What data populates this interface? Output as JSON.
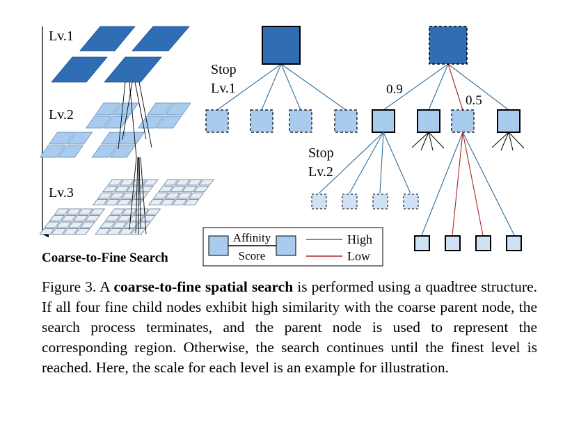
{
  "levels": {
    "lv1": "Lv.1",
    "lv2": "Lv.2",
    "lv3": "Lv.3"
  },
  "stop_lv1": {
    "line1": "Stop",
    "line2": "Lv.1"
  },
  "stop_lv2": {
    "line1": "Stop",
    "line2": "Lv.2"
  },
  "left_title": "Coarse-to-Fine Search",
  "affinity": {
    "high_label": "0.9",
    "low_label": "0.5"
  },
  "legend": {
    "affinity_top": "Affinity",
    "affinity_bottom": "Score",
    "high": "High",
    "low": "Low"
  },
  "colors": {
    "dark_node": "#2f6db5",
    "light_node": "#a9cbed",
    "high_line": "#2e6e9e",
    "low_line": "#b22222"
  },
  "caption": {
    "prefix": "Figure 3.  A ",
    "bold": "coarse-to-fine spatial search",
    "rest": " is performed using a quadtree structure.  If all four fine child nodes exhibit high similarity with the coarse parent node, the search process terminates, and the parent node is used to represent the corresponding region. Otherwise, the search continues until the finest level is reached. Here, the scale for each level is an example for illustration."
  }
}
